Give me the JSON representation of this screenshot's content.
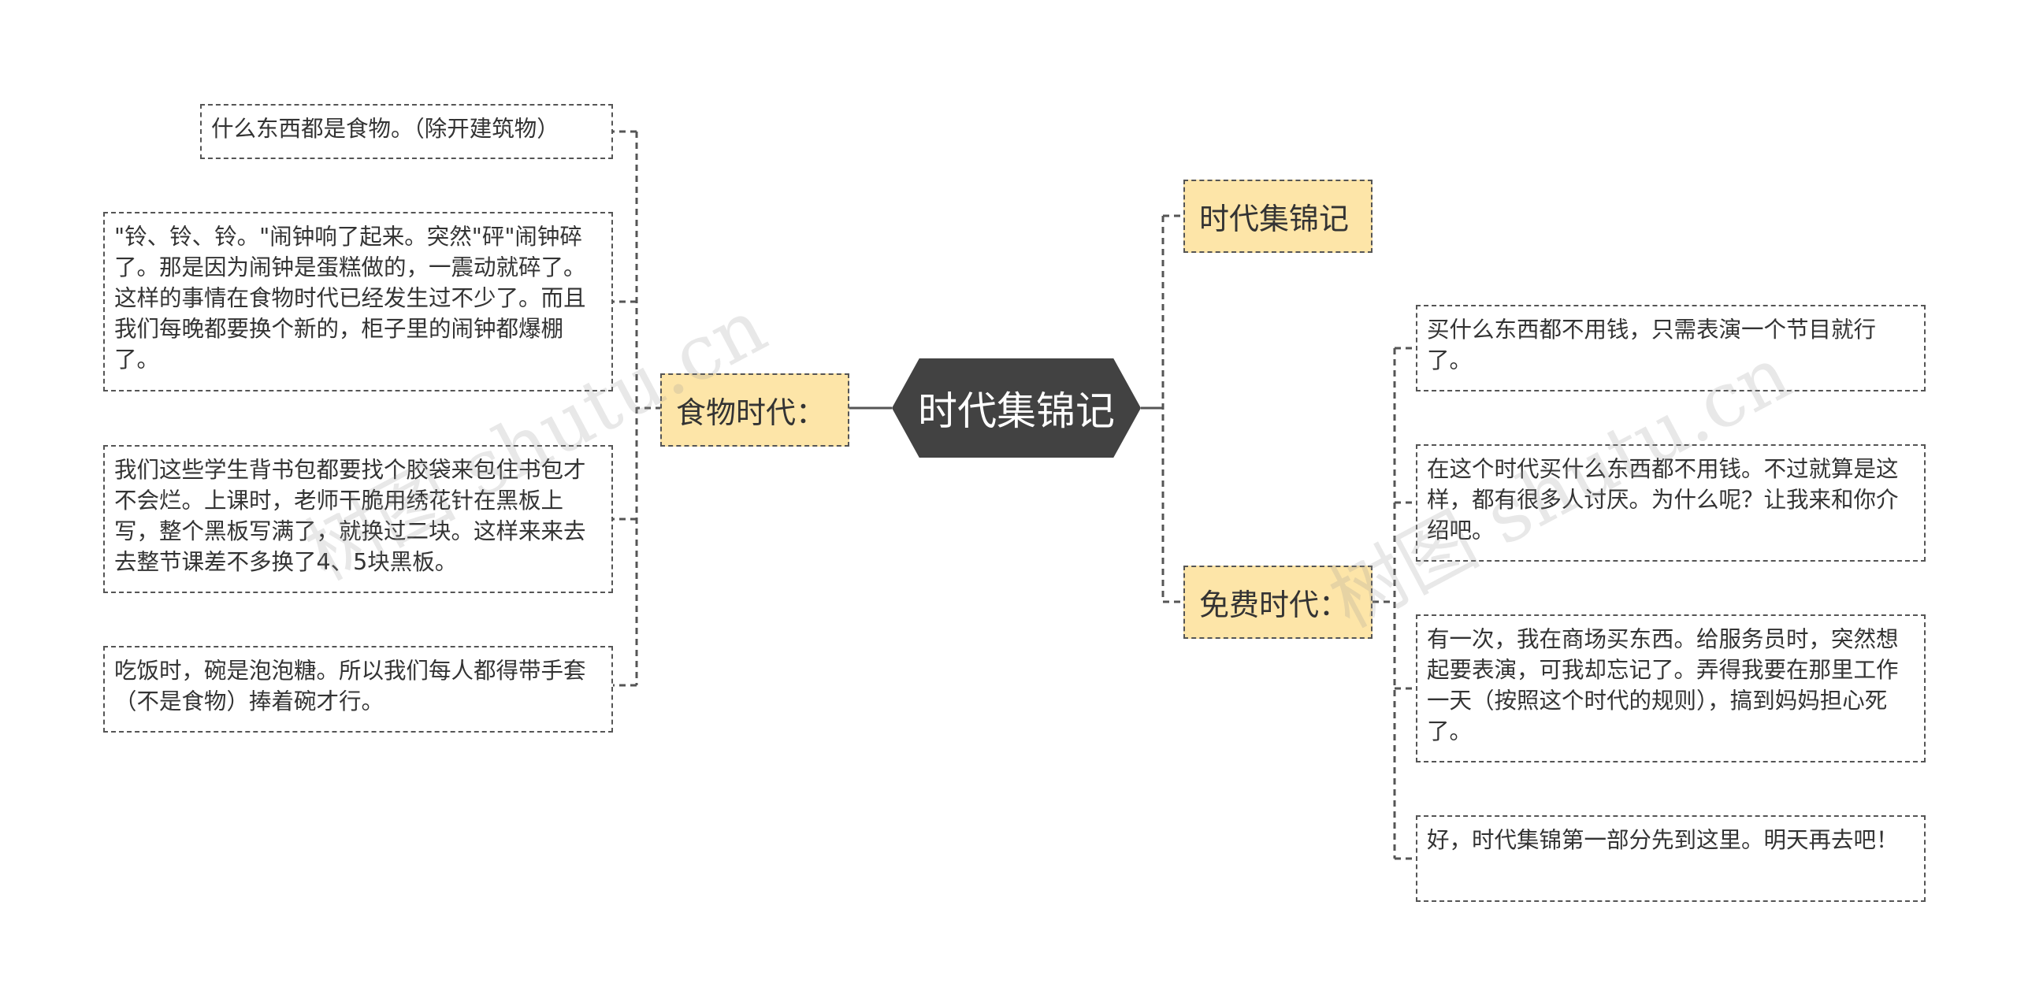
{
  "center": {
    "label": "时代集锦记"
  },
  "branches": [
    {
      "label": "食物时代：",
      "leaves": [
        "什么东西都是食物。（除开建筑物）",
        "\"铃、铃、铃。\"闹钟响了起来。突然\"砰\"闹钟碎了。那是因为闹钟是蛋糕做的，一震动就碎了。这样的事情在食物时代已经发生过不少了。而且我们每晚都要换个新的，柜子里的闹钟都爆棚了。",
        "我们这些学生背书包都要找个胶袋来包住书包才不会烂。上课时，老师干脆用绣花针在黑板上写，整个黑板写满了，就换过二块。这样来来去去整节课差不多换了4、5块黑板。",
        "吃饭时，碗是泡泡糖。所以我们每人都得带手套（不是食物）捧着碗才行。"
      ]
    },
    {
      "label": "时代集锦记",
      "leaves": []
    },
    {
      "label": "免费时代：",
      "leaves": [
        "买什么东西都不用钱，只需表演一个节目就行了。",
        "在这个时代买什么东西都不用钱。不过就算是这样，都有很多人讨厌。为什么呢？让我来和你介绍吧。",
        "有一次，我在商场买东西。给服务员时，突然想起要表演，可我却忘记了。弄得我要在那里工作一天（按照这个时代的规则），搞到妈妈担心死了。",
        "好，时代集锦第一部分先到这里。明天再去吧！"
      ]
    }
  ],
  "watermarks": [
    "树图 shutu.cn",
    "树图 shutu.cn"
  ],
  "colors": {
    "center_fill": "#424242",
    "branch_fill": "#fde5a8",
    "line": "#555555"
  }
}
